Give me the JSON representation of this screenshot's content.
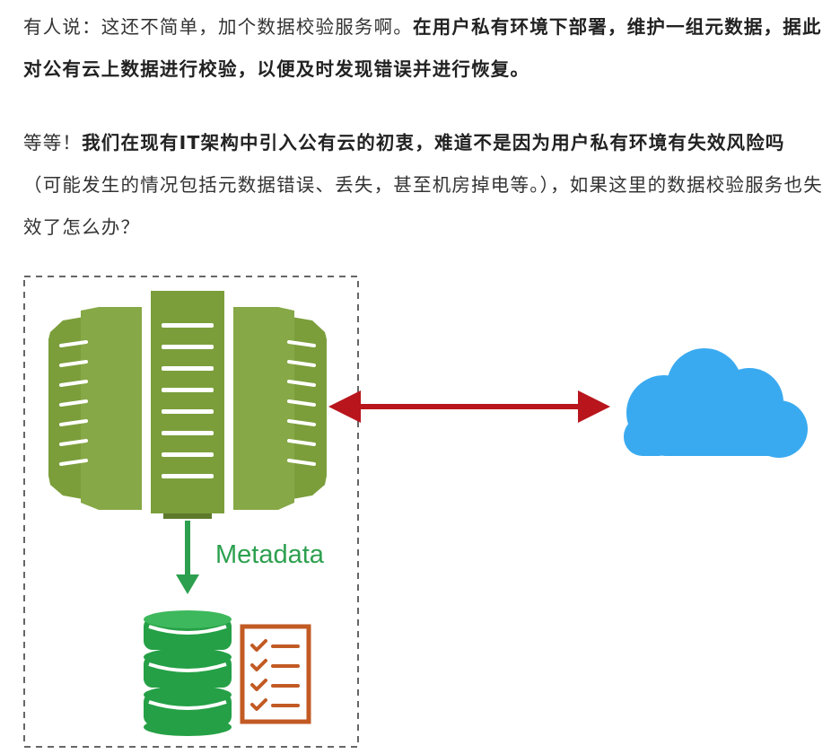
{
  "paragraphs": [
    {
      "id": "para-1",
      "runs": [
        {
          "text": "有人说：这还不简单，加个数据校验服务啊。",
          "bold": false
        },
        {
          "text": "在用户私有环境下部署，维护一组元数据，据此对公有云上数据进行校验，以便及时发现错误并进行恢复。",
          "bold": true
        }
      ]
    },
    {
      "id": "para-2",
      "runs": [
        {
          "text": "等等！",
          "bold": false
        },
        {
          "text": "我们在现有IT架构中引入公有云的初衷，难道不是因为用户私有环境有失效风险吗",
          "bold": true
        },
        {
          "text": "（可能发生的情况包括元数据错误、丢失，甚至机房掉电等。），如果这里的数据校验服务也失效了怎么办？",
          "bold": false
        }
      ]
    }
  ],
  "diagram": {
    "metadata_label": "Metadata",
    "colors": {
      "server": "#7b9e3b",
      "server_slot": "#ffffff",
      "arrow_bidirectional": "#b8161c",
      "arrow_down": "#2da04f",
      "cloud": "#3aaaf0",
      "database": "#25a046",
      "checklist_border": "#c25a24",
      "label": "#2da04f",
      "dashed_box": "#666666"
    },
    "icons": [
      "server-rack-icon",
      "cloud-icon",
      "database-icon",
      "checklist-icon"
    ]
  }
}
